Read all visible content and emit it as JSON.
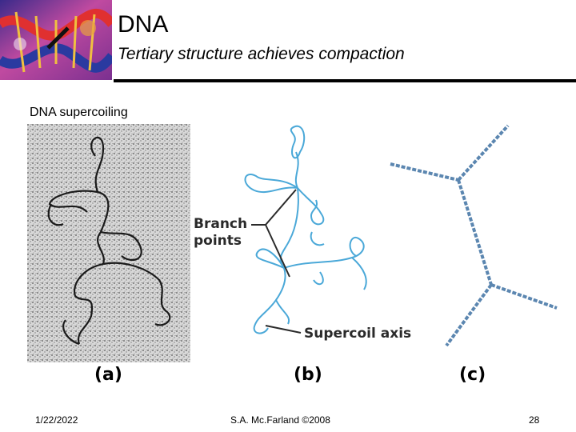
{
  "slide": {
    "title": "DNA",
    "subtitle": "Tertiary structure achieves compaction",
    "heading": "DNA supercoiling"
  },
  "figure": {
    "panel_a": "(a)",
    "panel_b": "(b)",
    "panel_c": "(c)",
    "callout_branch_line1": "Branch",
    "callout_branch_line2": "points",
    "callout_supercoil": "Supercoil axis"
  },
  "footer": {
    "date": "1/22/2022",
    "author": "S.A. Mc.Farland ©2008",
    "page": "28"
  },
  "colors": {
    "rule": "#000000",
    "dna_blue": "#4aa8d8",
    "axis_gray": "#444444",
    "chain_blue": "#5b86b0"
  }
}
